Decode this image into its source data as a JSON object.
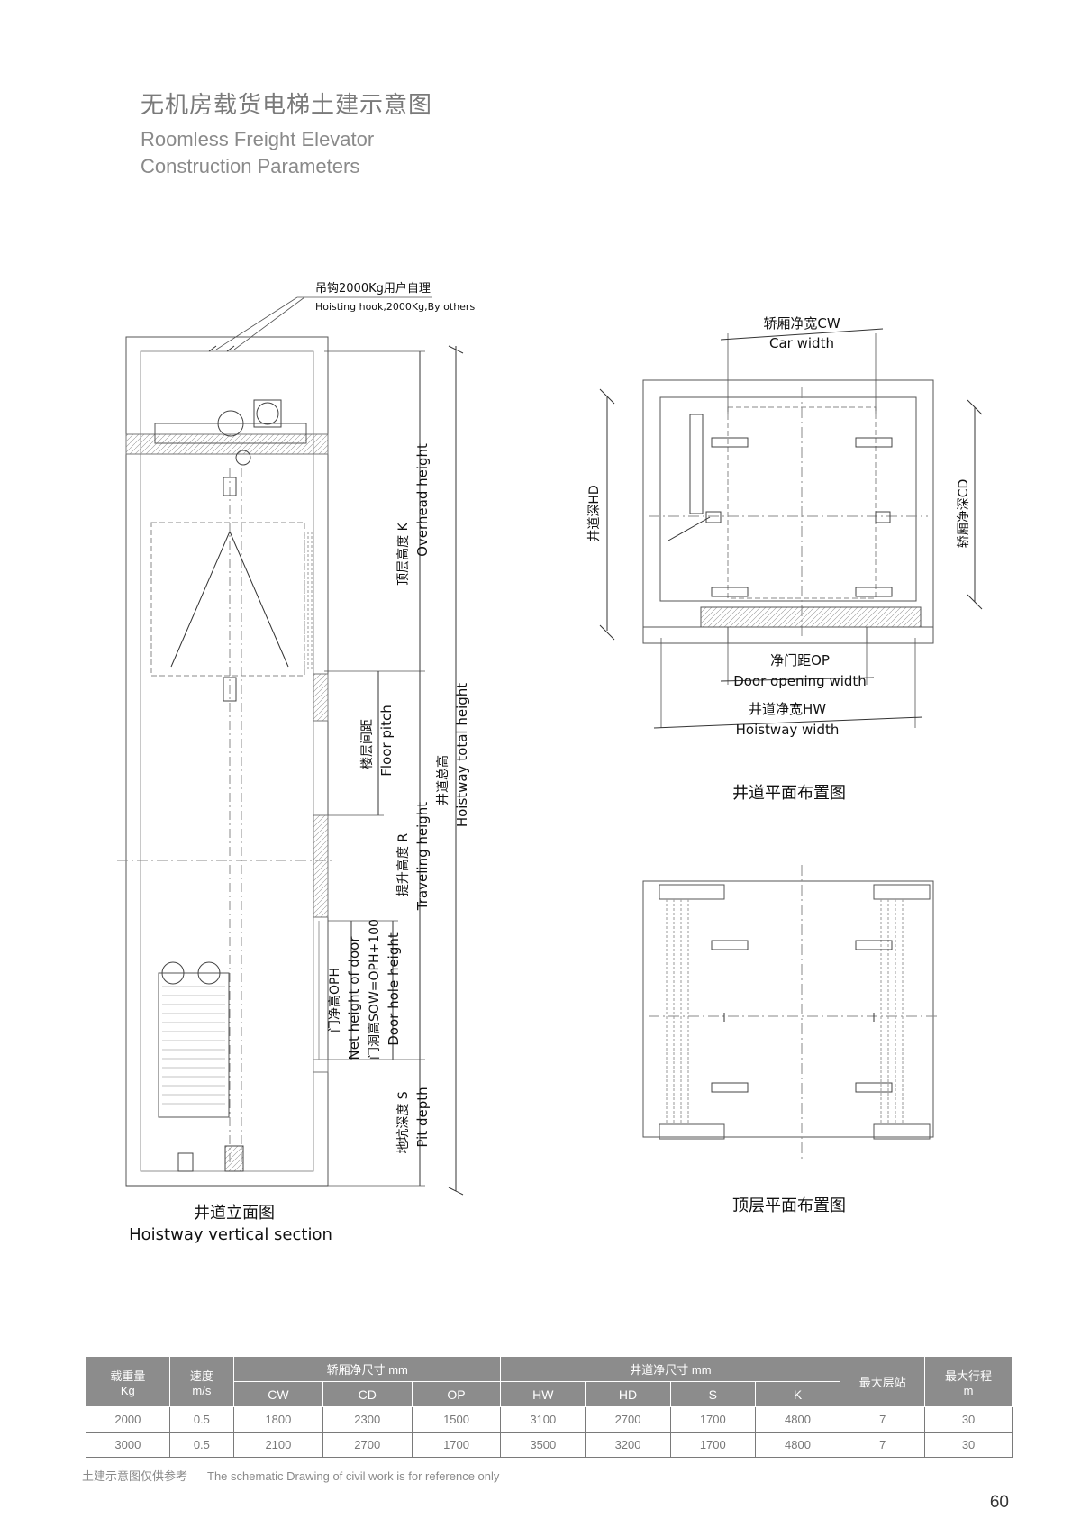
{
  "header": {
    "title_cn": "无机房载货电梯土建示意图",
    "title_en_line1": "Roomless Freight Elevator",
    "title_en_line2": "Construction Parameters"
  },
  "vertical_section": {
    "hook_cn": "吊钩2000Kg用户自理",
    "hook_en": "Hoisting hook,2000Kg,By others",
    "overhead_cn": "顶层高度 K",
    "overhead_en": "Overhead height",
    "floor_pitch_cn": "楼层间距",
    "floor_pitch_en": "Floor pitch",
    "total_cn": "井道总高",
    "total_en": "Hoistway total height",
    "travel_cn": "提升高度 R",
    "travel_en": "Traveling height",
    "oph_cn": "门净高OPH",
    "oph_en": "Net height of door",
    "sow_cn": "门洞高SOW=OPH+100",
    "sow_en": "Door hole height",
    "pit_cn": "地坑深度 S",
    "pit_en": "Pit depth",
    "caption_cn": "井道立面图",
    "caption_en": "Hoistway vertical section"
  },
  "plan": {
    "cw_cn": "轿厢净宽CW",
    "cw_en": "Car width",
    "hd_cn": "井道深HD",
    "cd_cn": "轿厢净深CD",
    "op_cn": "净门距OP",
    "op_en": "Door opening width",
    "hw_cn": "井道净宽HW",
    "hw_en": "Hoistway width",
    "caption_cn": "井道平面布置图"
  },
  "top_plan": {
    "caption_cn": "顶层平面布置图"
  },
  "table": {
    "h_load_cn": "载重量",
    "h_load_unit": "Kg",
    "h_speed_cn": "速度",
    "h_speed_unit": "m/s",
    "h_car_group": "轿厢净尺寸 mm",
    "h_shaft_group": "井道净尺寸 mm",
    "h_stops": "最大层站",
    "h_travel_cn": "最大行程",
    "h_travel_unit": "m",
    "sub": [
      "CW",
      "CD",
      "OP",
      "HW",
      "HD",
      "S",
      "K"
    ],
    "rows": [
      [
        "2000",
        "0.5",
        "1800",
        "2300",
        "1500",
        "3100",
        "2700",
        "1700",
        "4800",
        "7",
        "30"
      ],
      [
        "3000",
        "0.5",
        "2100",
        "2700",
        "1700",
        "3500",
        "3200",
        "1700",
        "4800",
        "7",
        "30"
      ]
    ]
  },
  "footnote_cn": "土建示意图仅供参考",
  "footnote_en": "The schematic Drawing of civil work is for reference only",
  "page_number": "60"
}
